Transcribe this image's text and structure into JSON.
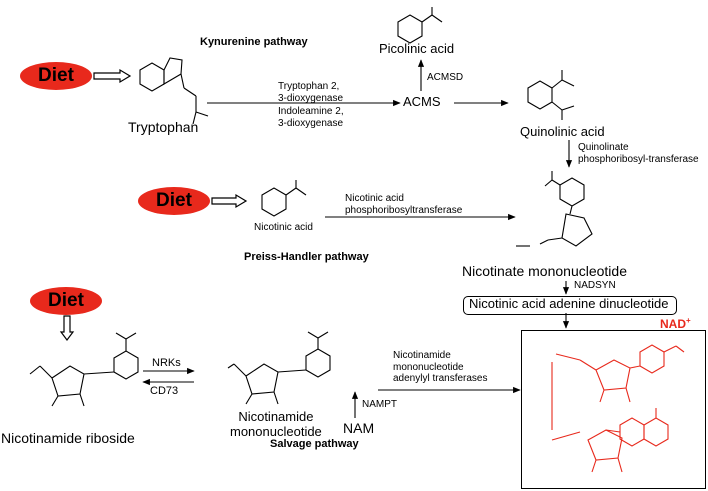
{
  "colors": {
    "diet_fill": "#e8291c",
    "nad_color": "#e8291c",
    "ink": "#000000"
  },
  "diet_labels": [
    "Diet",
    "Diet",
    "Diet"
  ],
  "pathways": {
    "kynurenine": "Kynurenine pathway",
    "preiss_handler": "Preiss-Handler pathway",
    "salvage": "Salvage pathway"
  },
  "molecules": {
    "tryptophan": "Tryptophan",
    "picolinic_acid": "Picolinic acid",
    "acms": "ACMS",
    "quinolinic_acid": "Quinolinic acid",
    "nicotinic_acid": "Nicotinic acid",
    "nicotinate_mononucleotide": "Nicotinate mononucleotide",
    "naad": "Nicotinic acid adenine dinucleotide",
    "nad_plus": "NAD",
    "nad_plus_sup": "+",
    "nicotinamide_riboside": "Nicotinamide riboside",
    "nmn": "Nicotinamide\nmononucleotide",
    "nam": "NAM"
  },
  "enzymes": {
    "tdo": "Tryptophan 2,\n3-dioxygenase",
    "ido": "Indoleamine 2,\n3-dioxygenase",
    "acmsd": "ACMSD",
    "qprt": "Quinolinate\nphosphoribosyl-transferase",
    "naprt": "Nicotinic acid\nphosphoribosyltransferase",
    "nadsyn": "NADSYN",
    "nrks": "NRKs",
    "cd73": "CD73",
    "nampt": "NAMPT",
    "nmnat": "Nicotinamide\nmononucleotide\nadenylyl transferases"
  }
}
